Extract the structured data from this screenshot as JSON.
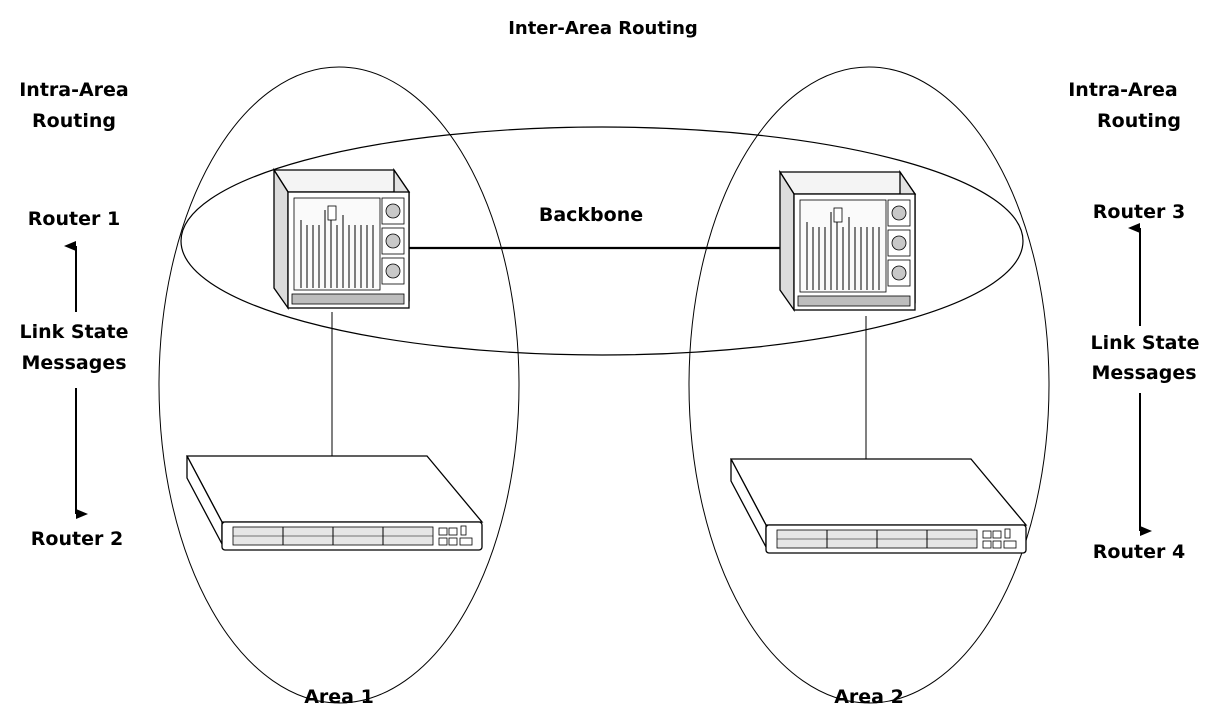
{
  "title": "Inter-Area Routing",
  "backbone_label": "Backbone",
  "left": {
    "heading_line1": "Intra-Area",
    "heading_line2": "Routing",
    "top_router": "Router 1",
    "messages_line1": "Link State",
    "messages_line2": "Messages",
    "bottom_router": "Router 2"
  },
  "right": {
    "heading_line1": "Intra-Area",
    "heading_line2": "Routing",
    "top_router": "Router 3",
    "messages_line1": "Link State",
    "messages_line2": "Messages",
    "bottom_router": "Router 4"
  },
  "areas": {
    "area1": "Area 1",
    "area2": "Area 2"
  }
}
